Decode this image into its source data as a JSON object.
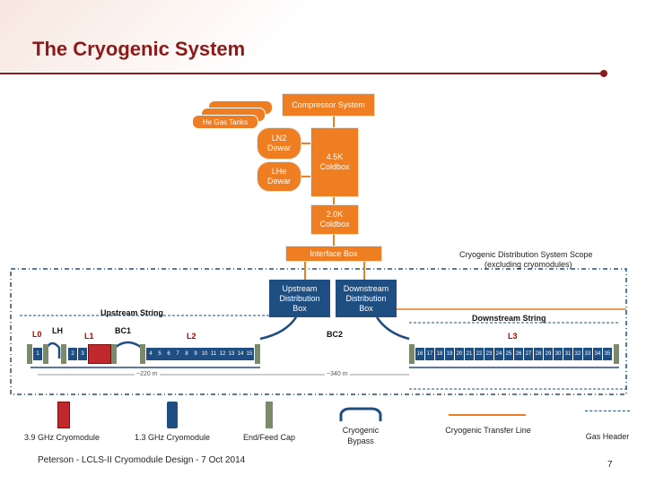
{
  "slide": {
    "title": "The Cryogenic System",
    "footer": "Peterson - LCLS-II Cryomodule Design - 7 Oct 2014",
    "page_number": "7"
  },
  "diagram": {
    "compressor": "Compressor System",
    "gas_tanks": "He Gas Tanks",
    "ln2_dewar": "LN2 Dewar",
    "lhe_dewar": "LHe Dewar",
    "coldbox_45": "4.5K Coldbox",
    "coldbox_20": "2.0K Coldbox",
    "interface_box": "Interface Box",
    "upstream_box": "Upstream Distribution Box",
    "downstream_box": "Downstream Distribution Box",
    "scope_label": "Cryogenic Distribution System Scope",
    "scope_note": "(excluding cryomodules)",
    "upstream_string": "Upstream String",
    "downstream_string": "Downstream String",
    "sections": [
      "L0",
      "LH",
      "L1",
      "BC1",
      "L2",
      "BC2",
      "L3"
    ],
    "dist_left": "~220 m",
    "dist_right": "~340 m",
    "l0_cells": [
      "1"
    ],
    "l1_cells": [
      "2",
      "3"
    ],
    "l2_cells": [
      "4",
      "5",
      "6",
      "7",
      "8",
      "9",
      "10",
      "11",
      "12",
      "13",
      "14",
      "15"
    ],
    "l3_cells": [
      "16",
      "17",
      "18",
      "19",
      "20",
      "21",
      "22",
      "23",
      "24",
      "25",
      "26",
      "27",
      "28",
      "29",
      "30",
      "31",
      "32",
      "33",
      "34",
      "35"
    ]
  },
  "legend": {
    "cm39": "3.9 GHz Cryomodule",
    "cm13": "1.3 GHz Cryomodule",
    "endcap": "End/Feed Cap",
    "bypass": "Cryogenic Bypass",
    "transfer": "Cryogenic Transfer Line",
    "gas_header": "Gas Header"
  },
  "colors": {
    "accent": "#8b1a1a",
    "plant": "#ef7d22",
    "distribution": "#1f4f82",
    "cm39": "#c0282d",
    "endcap": "#7a8a6a"
  }
}
